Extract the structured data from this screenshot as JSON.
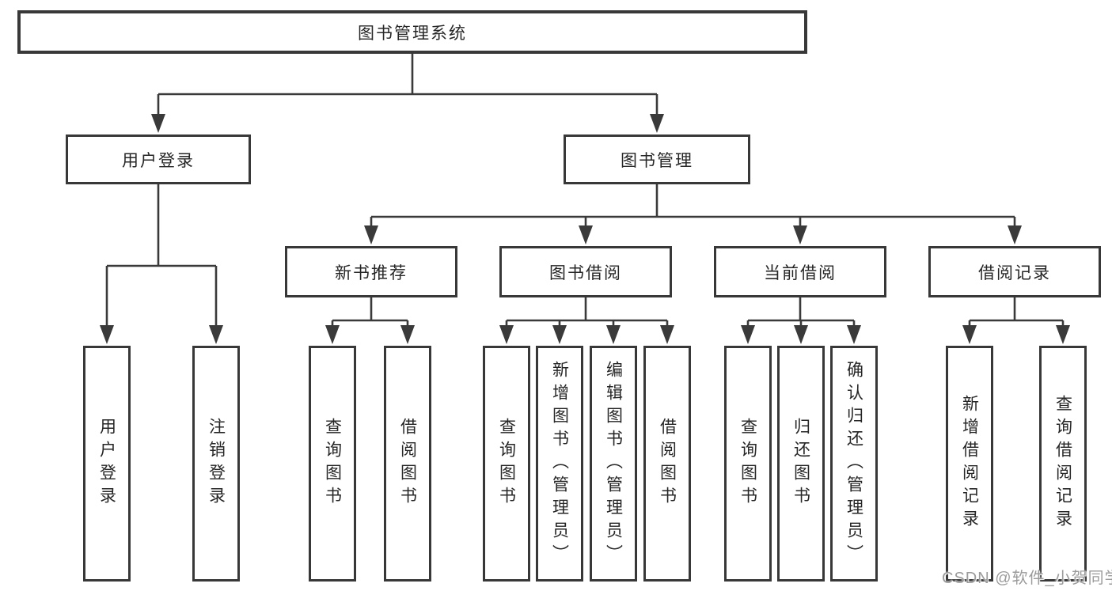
{
  "root": {
    "label": "图书管理系统"
  },
  "branches": [
    {
      "label": "用户登录",
      "leaves": [
        {
          "label": "用户登录"
        },
        {
          "label": "注销登录"
        }
      ]
    },
    {
      "label": "图书管理",
      "groups": [
        {
          "label": "新书推荐",
          "leaves": [
            {
              "label": "查询图书"
            },
            {
              "label": "借阅图书"
            }
          ]
        },
        {
          "label": "图书借阅",
          "leaves": [
            {
              "label": "查询图书"
            },
            {
              "label": "新增图书（管理员）"
            },
            {
              "label": "编辑图书（管理员）"
            },
            {
              "label": "借阅图书"
            }
          ]
        },
        {
          "label": "当前借阅",
          "leaves": [
            {
              "label": "查询图书"
            },
            {
              "label": "归还图书"
            },
            {
              "label": "确认归还（管理员）"
            }
          ]
        },
        {
          "label": "借阅记录",
          "leaves": [
            {
              "label": "新增借阅记录"
            },
            {
              "label": "查询借阅记录"
            }
          ]
        }
      ]
    }
  ],
  "watermark": "CSDN @软件_小贺同学",
  "colors": {
    "line": "#3a3a3a",
    "border": "#383838",
    "text": "#262626",
    "wm": "#9b9b9b",
    "bg": "#ffffff"
  }
}
